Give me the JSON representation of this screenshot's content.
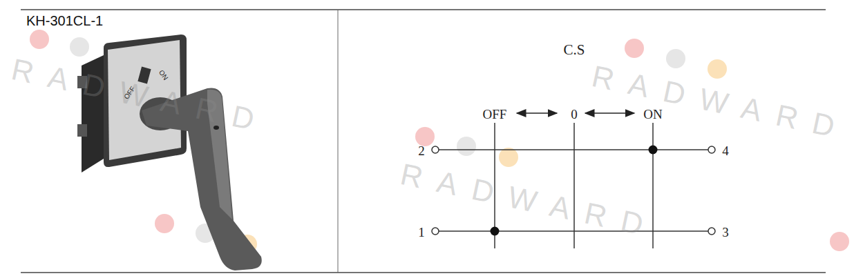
{
  "diagram": {
    "title": "KH-301CL-1",
    "labels": [
      "C.S",
      "OFF",
      "0",
      "ON",
      "2",
      "4",
      "1",
      "3",
      "OFF",
      "ON",
      "RADWARD",
      "RADWARD",
      "RADWARD"
    ]
  }
}
